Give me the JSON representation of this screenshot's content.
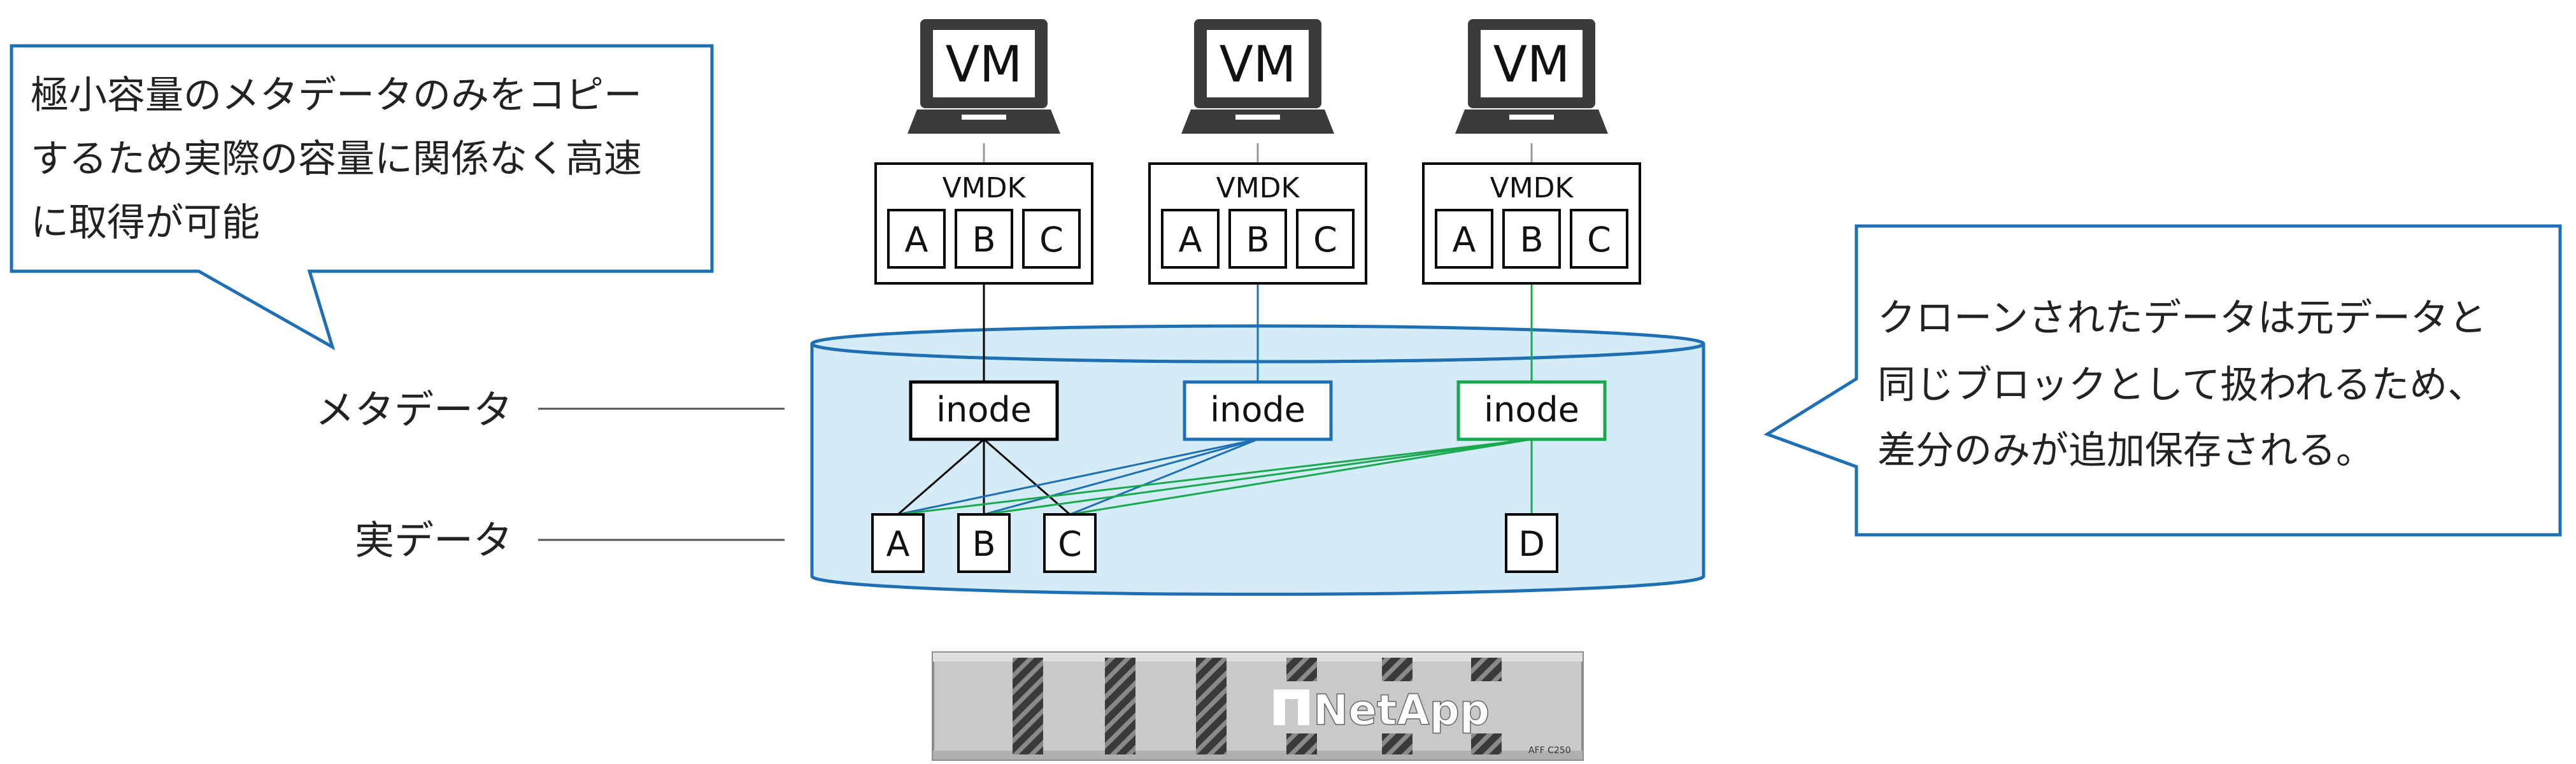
{
  "callout_left": {
    "lines": [
      "極小容量のメタデータのみをコピー",
      "するため実際の容量に関係なく高速",
      "に取得が可能"
    ]
  },
  "callout_right": {
    "lines": [
      "クローンされたデータは元データと",
      "同じブロックとして扱われるため、",
      "差分のみが追加保存される。"
    ]
  },
  "row_labels": {
    "metadata": "メタデータ",
    "real_data": "実データ"
  },
  "vms": [
    {
      "label": "VM",
      "vmdk": "VMDK",
      "blocks": [
        "A",
        "B",
        "C"
      ]
    },
    {
      "label": "VM",
      "vmdk": "VMDK",
      "blocks": [
        "A",
        "B",
        "C"
      ]
    },
    {
      "label": "VM",
      "vmdk": "VMDK",
      "blocks": [
        "A",
        "B",
        "C"
      ]
    }
  ],
  "inodes": [
    {
      "label": "inode",
      "color": "#000000"
    },
    {
      "label": "inode",
      "color": "#1f6fb5"
    },
    {
      "label": "inode",
      "color": "#1aa84f"
    }
  ],
  "data_blocks": [
    "A",
    "B",
    "C",
    "D"
  ],
  "storage": {
    "brand": "NetApp",
    "model": "AFF C250"
  },
  "colors": {
    "callout_border": "#1f6fb5",
    "cylinder_fill": "#d4ecf7",
    "cylinder_stroke": "#1f6fb5",
    "clone1_line": "#1f6fb5",
    "clone2_line": "#1aa84f"
  }
}
